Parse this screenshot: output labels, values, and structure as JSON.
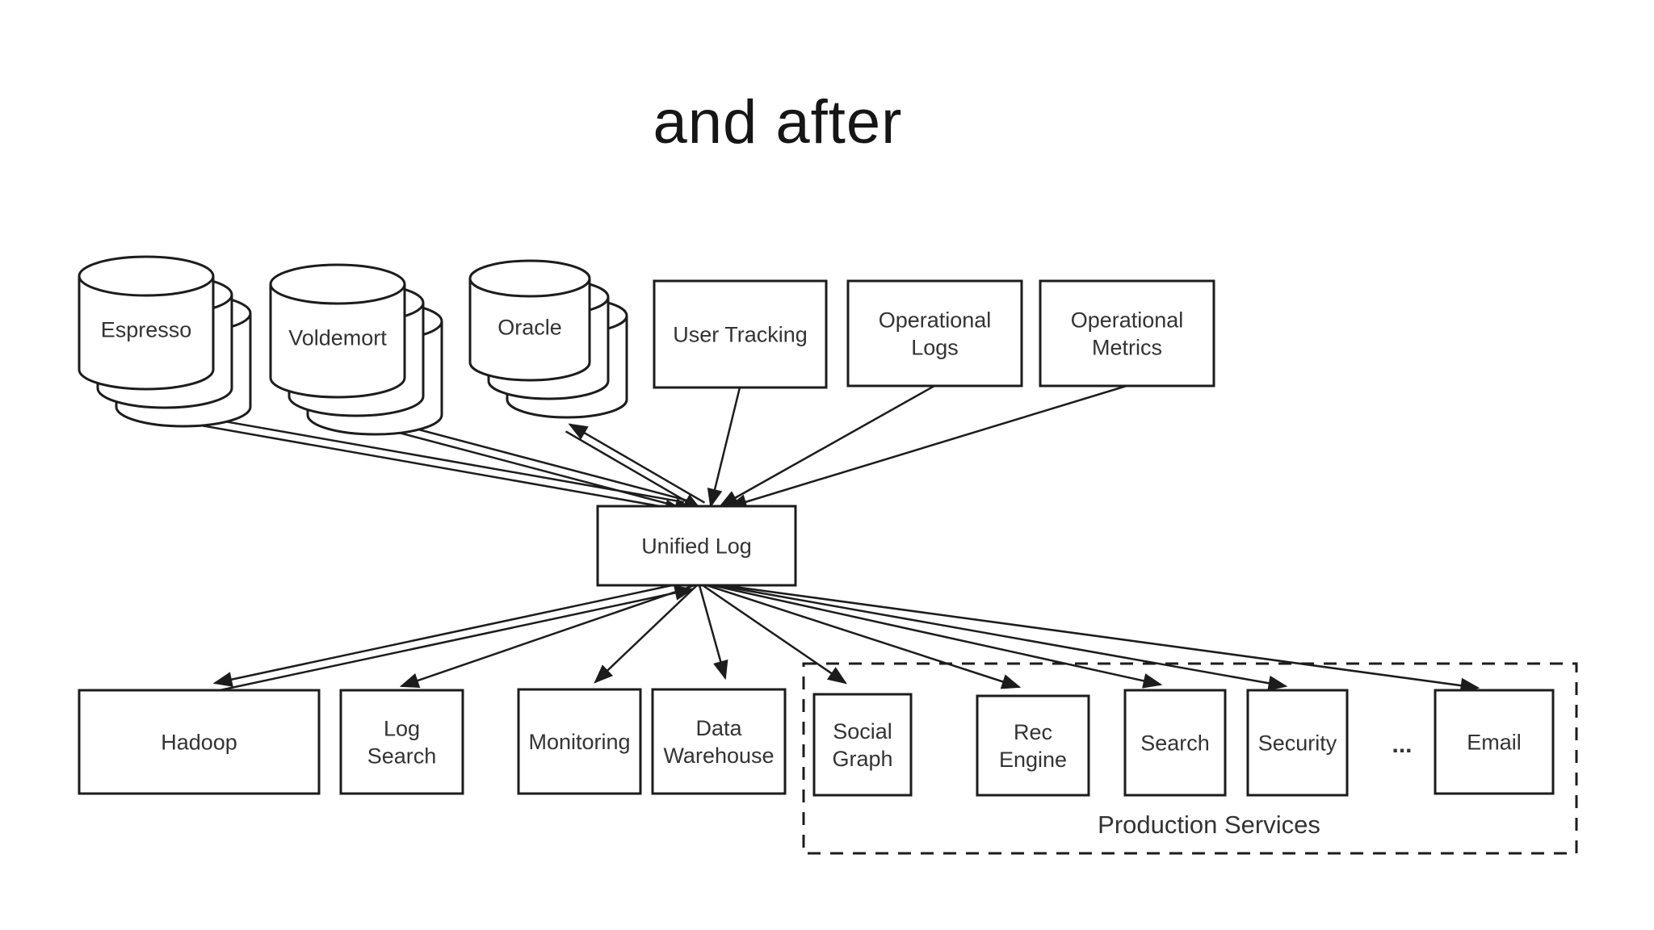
{
  "title": "and after",
  "diagram": {
    "databases": [
      {
        "id": "espresso",
        "label": "Espresso"
      },
      {
        "id": "voldemort",
        "label": "Voldemort"
      },
      {
        "id": "oracle",
        "label": "Oracle"
      }
    ],
    "producers": [
      {
        "id": "usertracking",
        "label": "User Tracking"
      },
      {
        "id": "oplogs",
        "label": "Operational\nLogs"
      },
      {
        "id": "opmetrics",
        "label": "Operational\nMetrics"
      }
    ],
    "hub": {
      "id": "unified",
      "label": "Unified Log"
    },
    "consumers": [
      {
        "id": "hadoop",
        "label": "Hadoop"
      },
      {
        "id": "logsearch",
        "label": "Log\nSearch"
      },
      {
        "id": "monitoring",
        "label": "Monitoring"
      },
      {
        "id": "datawarehouse",
        "label": "Data\nWarehouse"
      },
      {
        "id": "socialgraph",
        "label": "Social\nGraph"
      },
      {
        "id": "recengine",
        "label": "Rec\nEngine"
      },
      {
        "id": "search",
        "label": "Search"
      },
      {
        "id": "security",
        "label": "Security"
      },
      {
        "id": "email",
        "label": "Email"
      }
    ],
    "ellipsis": "...",
    "group": {
      "label": "Production Services",
      "members": [
        "socialgraph",
        "recengine",
        "search",
        "security",
        "email"
      ]
    },
    "edges": [
      {
        "from": "unified",
        "to": "espresso",
        "bidirectional": true
      },
      {
        "from": "unified",
        "to": "voldemort",
        "bidirectional": true
      },
      {
        "from": "unified",
        "to": "oracle",
        "bidirectional": true
      },
      {
        "from": "usertracking",
        "to": "unified"
      },
      {
        "from": "oplogs",
        "to": "unified"
      },
      {
        "from": "opmetrics",
        "to": "unified"
      },
      {
        "from": "unified",
        "to": "hadoop",
        "bidirectional": true
      },
      {
        "from": "unified",
        "to": "logsearch"
      },
      {
        "from": "unified",
        "to": "monitoring"
      },
      {
        "from": "unified",
        "to": "datawarehouse"
      },
      {
        "from": "unified",
        "to": "socialgraph"
      },
      {
        "from": "unified",
        "to": "recengine"
      },
      {
        "from": "unified",
        "to": "search"
      },
      {
        "from": "unified",
        "to": "security"
      },
      {
        "from": "unified",
        "to": "email"
      }
    ],
    "colors": {
      "stroke": "#1c1c1c",
      "text": "#333333",
      "background": "#ffffff"
    }
  }
}
